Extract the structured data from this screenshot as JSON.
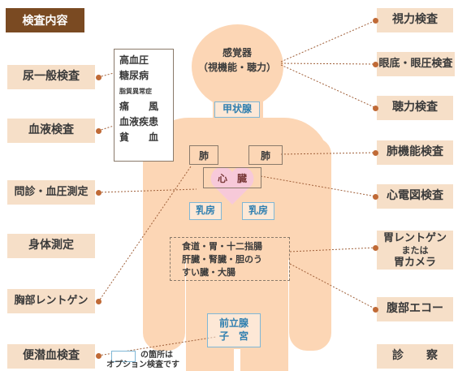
{
  "title": "検査内容",
  "left_tests": [
    {
      "id": "urine",
      "label": "尿一般検査"
    },
    {
      "id": "blood",
      "label": "血液検査"
    },
    {
      "id": "interview",
      "label": "問診・血圧測定"
    },
    {
      "id": "physical",
      "label": "身体測定"
    },
    {
      "id": "chest-xray",
      "label": "胸部レントゲン"
    },
    {
      "id": "occult-blood",
      "label": "便潜血検査"
    }
  ],
  "right_tests": [
    {
      "id": "vision",
      "label": "視力検査"
    },
    {
      "id": "fundus",
      "label": "眼底・眼圧検査"
    },
    {
      "id": "hearing",
      "label": "聴力検査"
    },
    {
      "id": "lung-function",
      "label": "肺機能検査"
    },
    {
      "id": "ecg",
      "label": "心電図検査"
    },
    {
      "id": "stomach",
      "label": [
        "胃レントゲン",
        "または",
        "胃カメラ"
      ]
    },
    {
      "id": "abdominal-echo",
      "label": "腹部エコー"
    },
    {
      "id": "consultation",
      "label": "診　　察"
    }
  ],
  "blood_items": [
    "高血圧",
    "糖尿病",
    "脂質異常症",
    "痛　　風",
    "血液疾患",
    "貧　　血"
  ],
  "body_labels": {
    "senses_title": "感覚器",
    "senses_sub": "（視機能・聴力）",
    "thyroid": "甲状腺",
    "lung_left": "肺",
    "lung_right": "肺",
    "heart": "心　臓",
    "breast_left": "乳房",
    "breast_right": "乳房",
    "digest_line1": "食道・胃・十二指腸",
    "digest_line2": "肝臓・腎臓・胆のう",
    "digest_line3": "すい臓・大腸",
    "prostate": "前立腺",
    "uterus": "子　宮"
  },
  "legend": {
    "line1": "の箇所は",
    "line2": "オプション検査です"
  },
  "colors": {
    "title_bg": "#7a4a22",
    "pill_bg": "#f6dfc8",
    "dot": "#c06a36",
    "body": "#fcd6b5",
    "heart": "#f7c9d9",
    "optional": "#2f7fb0"
  }
}
